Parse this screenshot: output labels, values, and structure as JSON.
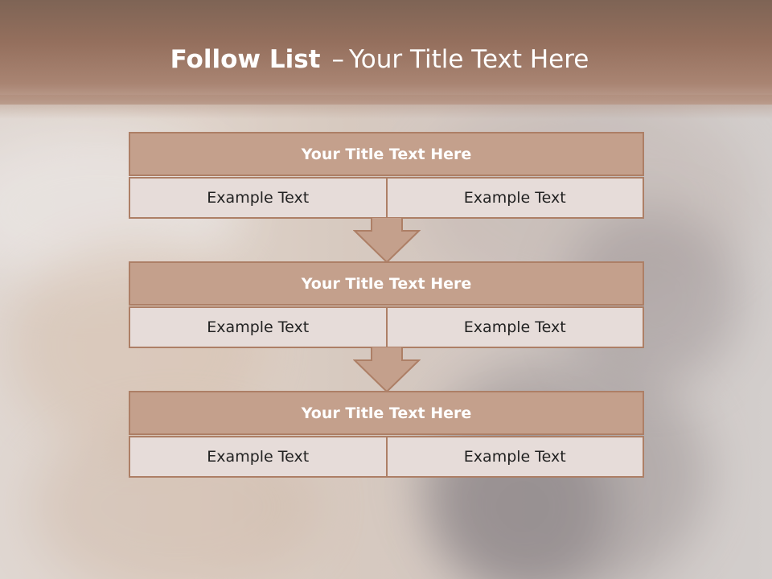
{
  "header": {
    "title_bold": "Follow List",
    "title_dash": "–",
    "title_rest": "Your Title Text Here"
  },
  "flow": [
    {
      "title": "Your Title Text Here",
      "left": "Example Text",
      "right": "Example Text"
    },
    {
      "title": "Your Title Text Here",
      "left": "Example Text",
      "right": "Example Text"
    },
    {
      "title": "Your Title Text Here",
      "left": "Example Text",
      "right": "Example Text"
    }
  ],
  "colors": {
    "header": "#946f5d",
    "title_bar": "#c4a08c",
    "cell": "#e6dcd9",
    "border": "#ad7f66",
    "arrow": "#c4a08c"
  }
}
